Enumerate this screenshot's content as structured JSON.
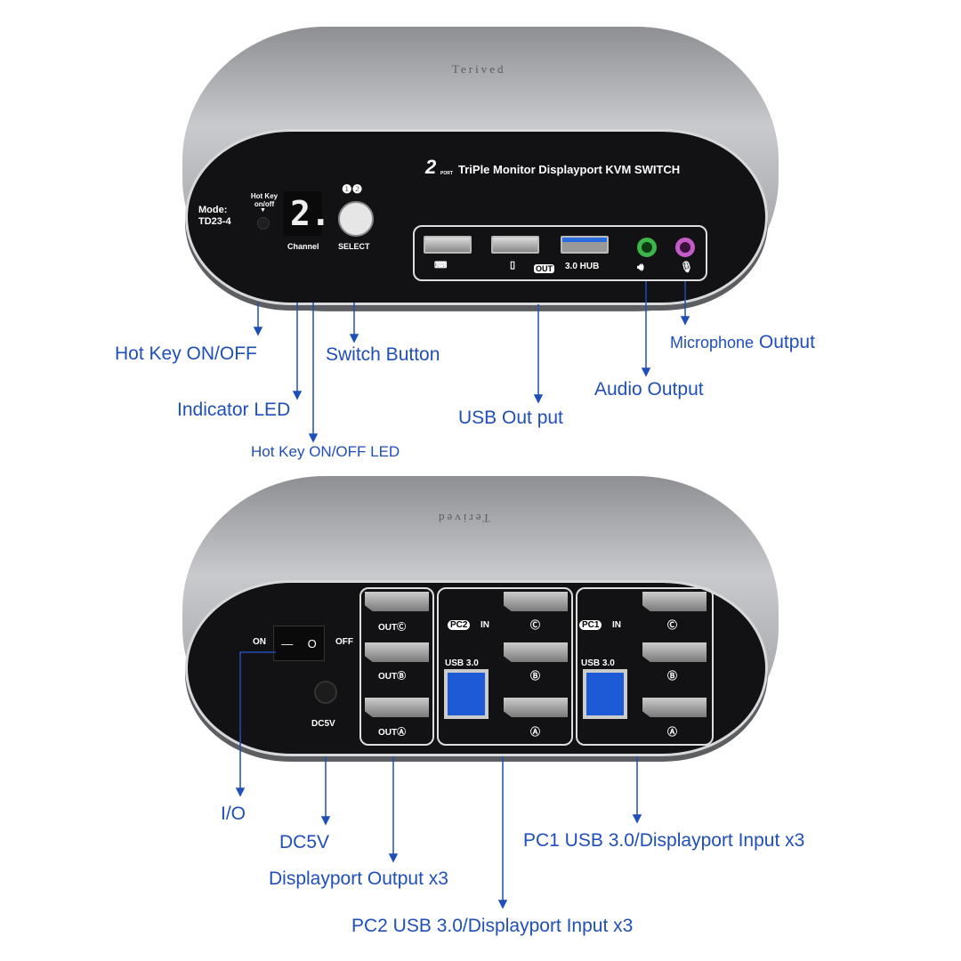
{
  "brand": "Terived",
  "top_device": {
    "title_2port": "2",
    "title_port": "PORT",
    "title": "TriPle Monitor Displayport KVM SWITCH",
    "mode_label": "Mode:",
    "mode_value": "TD23-4",
    "hotkey_label": "Hot Key on/off",
    "hotkey_arrow": "▼",
    "channel_digit": "2.",
    "channel_label": "Channel",
    "select_numbers": "❶❷",
    "select_label": "SELECT",
    "out_badge": "OUT",
    "hub_label": "3.0 HUB",
    "icons": [
      "keyboard-icon",
      "mouse-icon",
      "speaker-icon",
      "microphone-icon"
    ]
  },
  "bottom_device": {
    "on_label": "ON",
    "off_label": "OFF",
    "switch_on": "—",
    "switch_off": "O",
    "dc_label": "DC5V",
    "outputs": [
      "OUTⒸ",
      "OUTⒷ",
      "OUTⒶ"
    ],
    "pc2_badge": "PC2",
    "pc1_badge": "PC1",
    "in_label": "IN",
    "usb_label": "USB 3.0",
    "inputs": [
      "Ⓒ",
      "Ⓑ",
      "Ⓐ"
    ]
  },
  "callouts_top": {
    "hotkey": "Hot Key ON/OFF",
    "indicator": "Indicator LED",
    "hotkey_led": "Hot Key ON/OFF LED",
    "switch_button": "Switch Button",
    "usb_output": "USB Out put",
    "audio_output": "Audio Output",
    "mic_prefix": "Microphone",
    "mic_suffix": "Output"
  },
  "callouts_bottom": {
    "io": "I/O",
    "dc5v": "DC5V",
    "dp_output": "Displayport Output x3",
    "pc1": "PC1 USB 3.0/Displayport Input x3",
    "pc2": "PC2 USB 3.0/Displayport Input x3"
  },
  "colors": {
    "callout": "#1f4fb8",
    "green_jack": "#3cb54a",
    "pink_jack": "#c45cc8",
    "usb3_blue": "#1d5bd6"
  }
}
